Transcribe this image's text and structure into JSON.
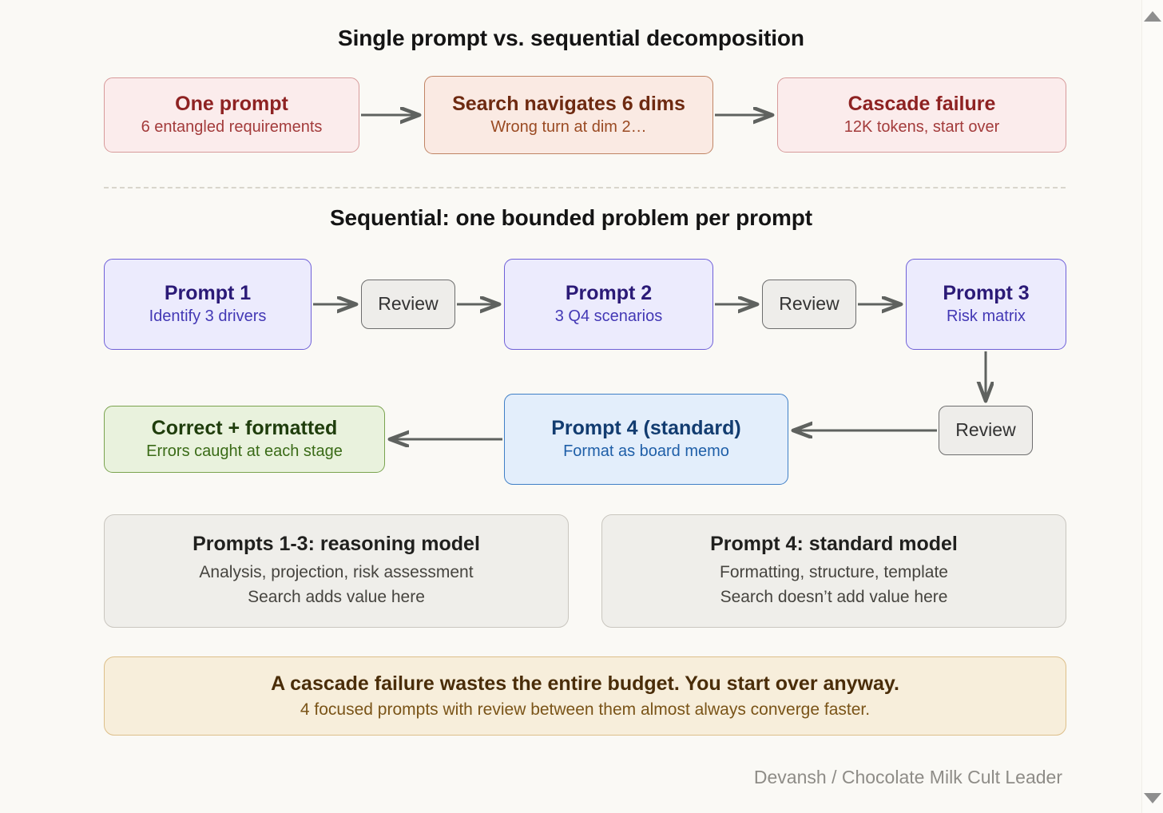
{
  "figure": {
    "title_top": "Single prompt vs. sequential decomposition",
    "title_mid": "Sequential: one bounded problem per prompt",
    "attribution": "Devansh / Chocolate Milk Cult Leader"
  },
  "colors": {
    "canvas_bg": "#faf9f5",
    "fail_fill": "#fbecec",
    "fail_stroke": "#d79a9a",
    "fail_text": "#8e2222",
    "warn_fill": "#faeae3",
    "warn_stroke": "#c08464",
    "prompt_fill": "#ecebfd",
    "prompt_stroke": "#6f60d8",
    "prompt_text": "#2b1a77",
    "standard_fill": "#e3eefb",
    "standard_stroke": "#3f7fc6",
    "standard_text": "#123c70",
    "success_fill": "#e9f2dd",
    "success_stroke": "#7aa34e",
    "success_text": "#1f3d0c",
    "neutral_fill": "#efeeea",
    "neutral_stroke": "#c9c6bf",
    "callout_fill": "#f7eedb",
    "callout_stroke": "#ddbf8a",
    "callout_text": "#4a2d09",
    "arrow": "#5f625f"
  },
  "failure_row": [
    {
      "title": "One prompt",
      "subtitle": "6 entangled requirements"
    },
    {
      "title": "Search navigates 6 dims",
      "subtitle": "Wrong turn at dim 2…"
    },
    {
      "title": "Cascade failure",
      "subtitle": "12K tokens, start over"
    }
  ],
  "sequential_row_1": [
    {
      "title": "Prompt 1",
      "subtitle": "Identify 3 drivers"
    },
    {
      "title": "Review",
      "subtitle": ""
    },
    {
      "title": "Prompt 2",
      "subtitle": "3 Q4 scenarios"
    },
    {
      "title": "Review",
      "subtitle": ""
    },
    {
      "title": "Prompt 3",
      "subtitle": "Risk matrix"
    }
  ],
  "sequential_row_2": [
    {
      "title": "Correct + formatted",
      "subtitle": "Errors caught at each stage"
    },
    {
      "title": "Prompt 4 (standard)",
      "subtitle": "Format as board memo"
    },
    {
      "title": "Review",
      "subtitle": ""
    }
  ],
  "panels": [
    {
      "title": "Prompts 1-3: reasoning model",
      "line1": "Analysis, projection, risk assessment",
      "line2": "Search adds value here"
    },
    {
      "title": "Prompt 4: standard model",
      "line1": "Formatting, structure, template",
      "line2": "Search doesn’t add value here"
    }
  ],
  "callout": {
    "title": "A cascade failure wastes the entire budget. You start over anyway.",
    "subtitle": "4 focused prompts with review between them almost always converge faster."
  },
  "scrollbar": {
    "up_icon": "triangle-up-icon",
    "down_icon": "triangle-down-icon"
  }
}
